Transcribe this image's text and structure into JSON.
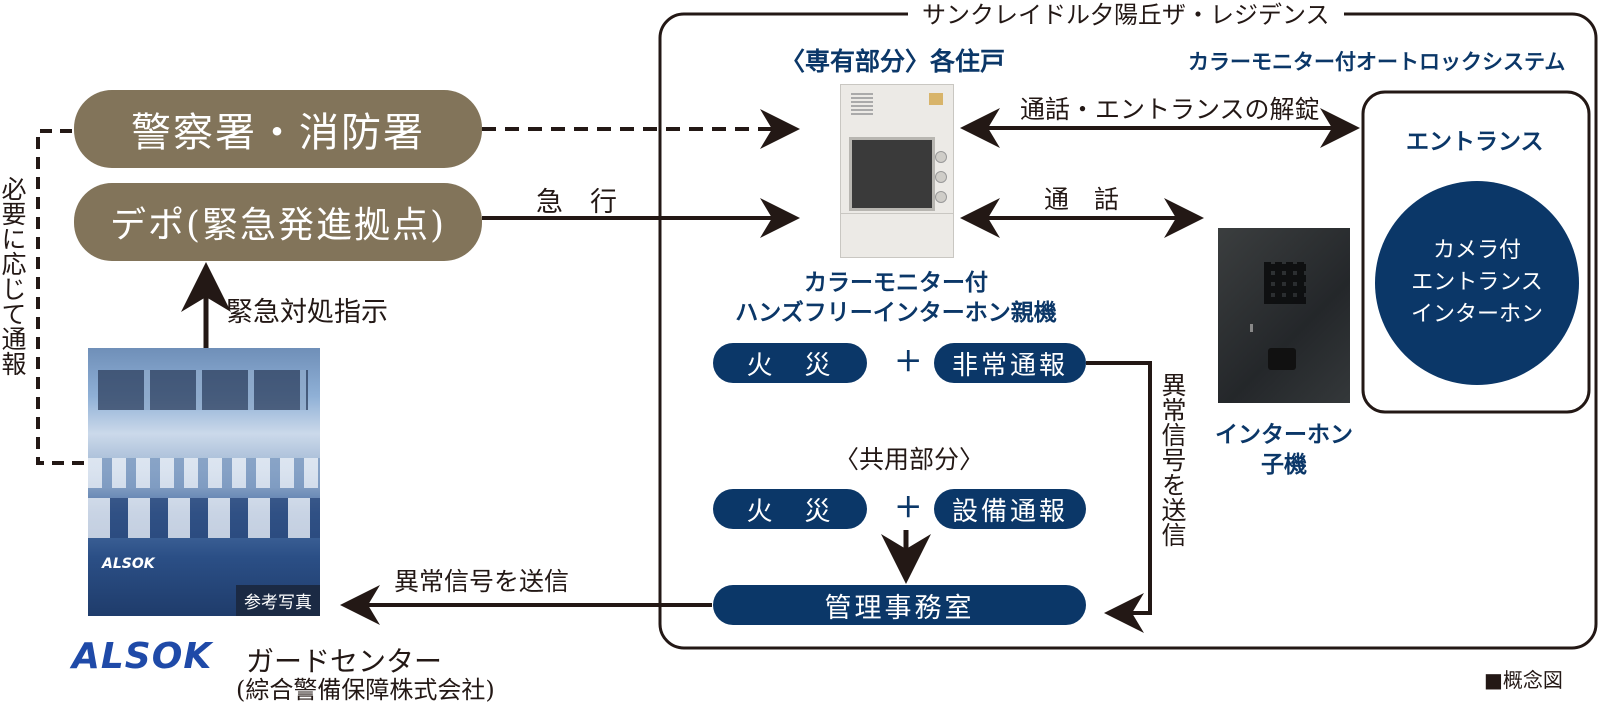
{
  "building": "サンクレイドル夕陽丘ザ・レジデンス",
  "private_header": "〈専有部分〉各住戸",
  "autolock_header": "カラーモニター付オートロックシステム",
  "police": "警察署・消防署",
  "depot": "デポ(緊急発進拠点)",
  "rush": "急　行",
  "emergency_instruction": "緊急対処指示",
  "notify_if_needed": "必要に応じて通報",
  "talk_unlock": "通話・エントランスの解錠",
  "talk": "通　話",
  "monitor_label_1": "カラーモニター付",
  "monitor_label_2": "ハンズフリーインターホン親機",
  "entrance_title": "エントランス",
  "entrance_circle": [
    "カメラ付",
    "エントランス",
    "インターホン"
  ],
  "handset_label": [
    "インターホン",
    "子機"
  ],
  "fire": "火　災",
  "plus": "+",
  "emergency_report": "非常通報",
  "shared_header": "〈共用部分〉",
  "equipment_report": "設備通報",
  "management_office": "管理事務室",
  "send_signal_vertical": "異常信号を送信",
  "send_signal": "異常信号を送信",
  "photo_caption": "参考写真",
  "alsok_logo": "ALSOK",
  "guard_center": "ガードセンター",
  "company": "(綜合警備保障株式会社)",
  "concept": "■概念図",
  "colors": {
    "brown": "#82745a",
    "navy": "#0b3768",
    "ink": "#231815"
  }
}
